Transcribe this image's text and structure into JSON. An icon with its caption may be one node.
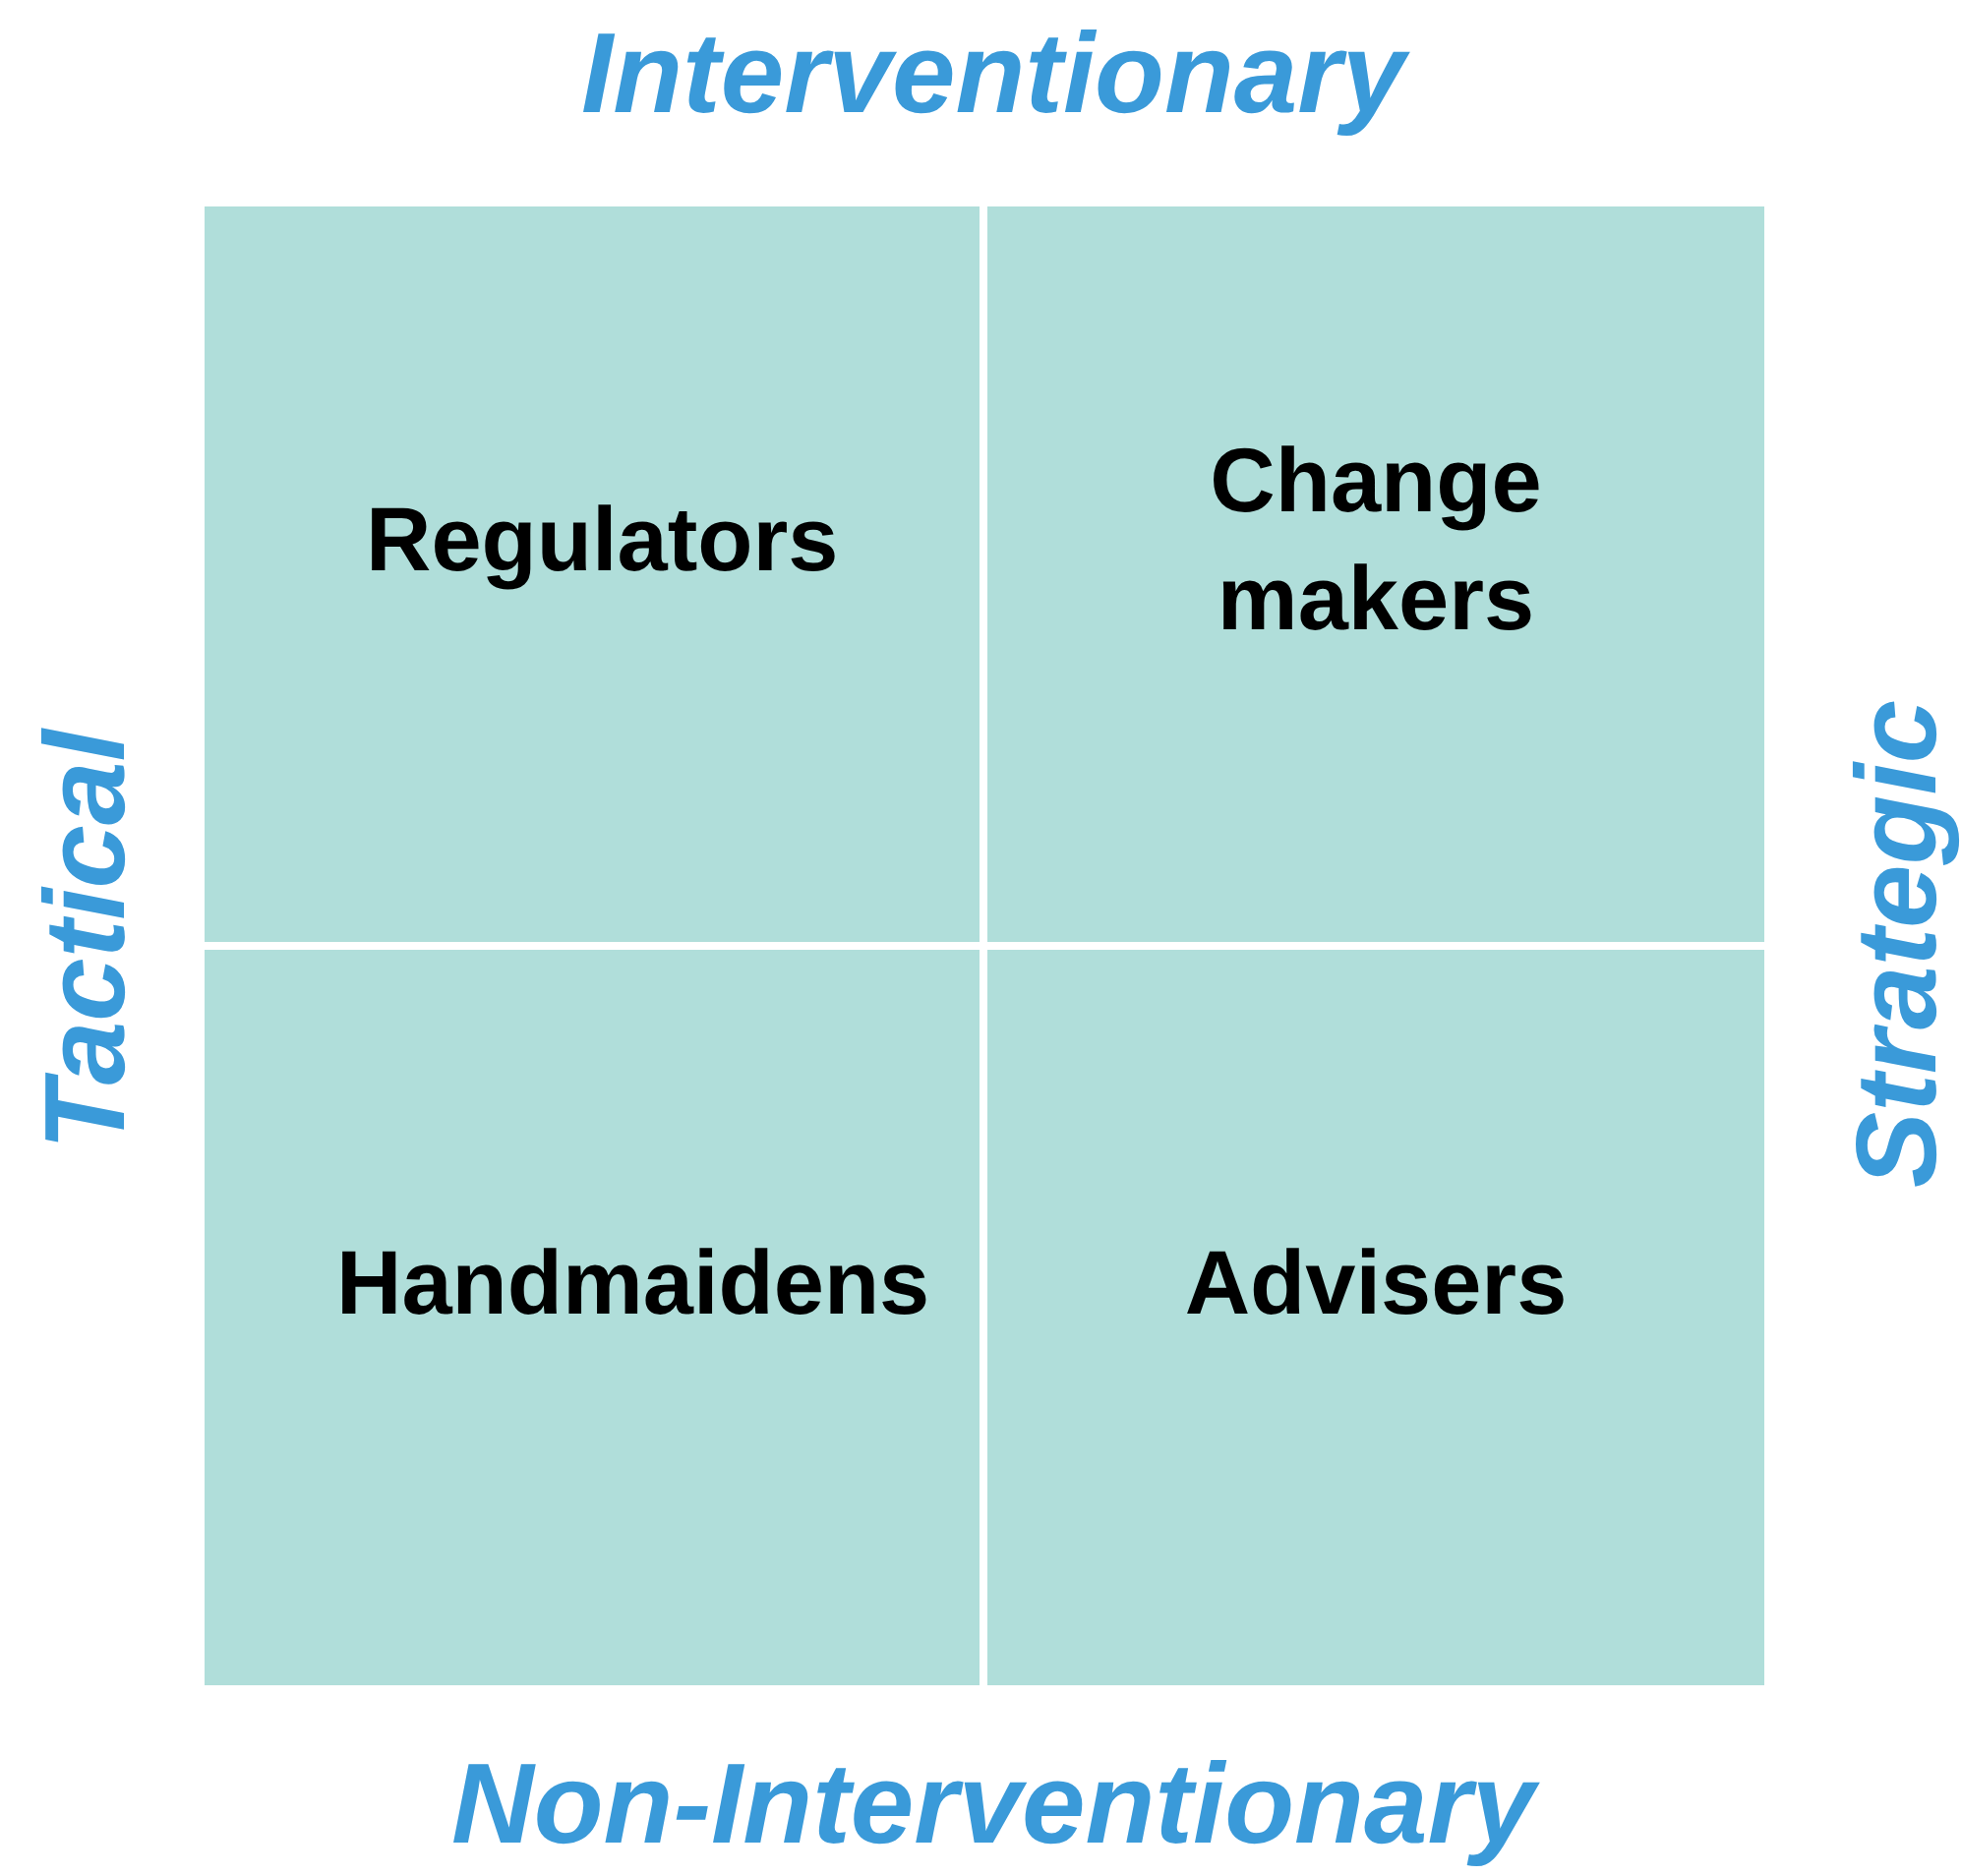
{
  "diagram": {
    "nodes": [
      {
        "text": [
          "Regulators"
        ]
      },
      {
        "text": [
          "Change makers"
        ]
      },
      {
        "text": [
          "Handmaidens"
        ]
      },
      {
        "text": [
          "Advisers"
        ]
      }
    ],
    "labels": [
      "Interventionary",
      "Tactical",
      "Strategic",
      "Non-Interventionary"
    ]
  }
}
